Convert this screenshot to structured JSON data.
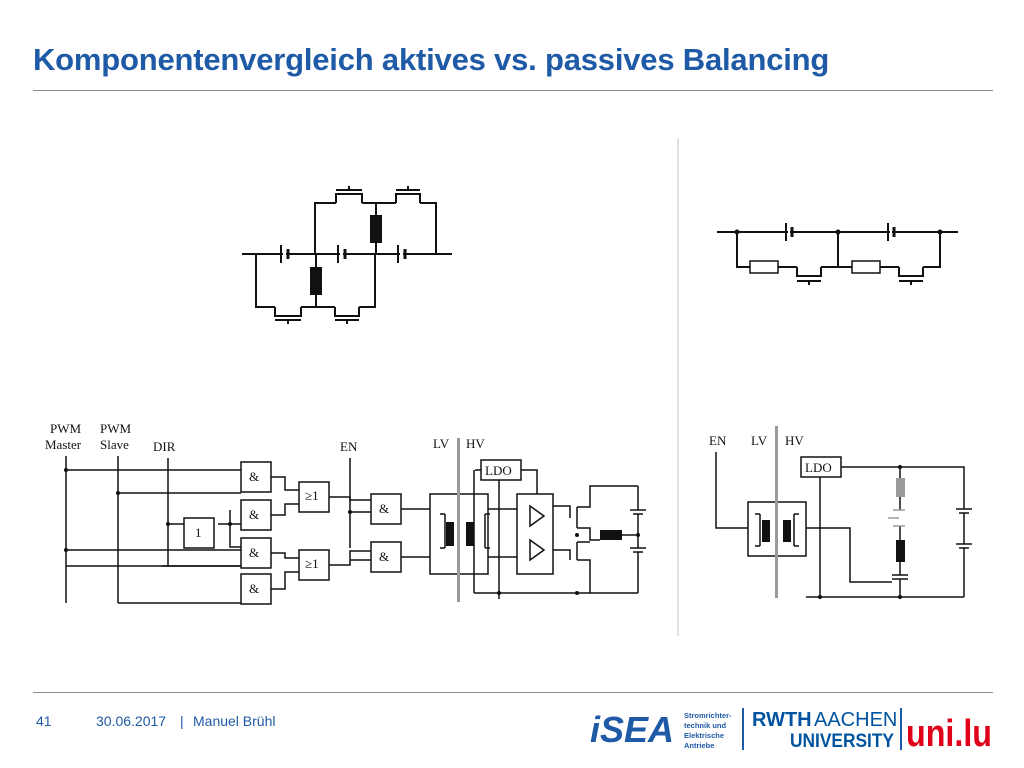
{
  "slide": {
    "title": "Komponentenvergleich aktives vs. passives Balancing",
    "page_number": "41",
    "date": "30.06.2017",
    "separator": "|",
    "author": "Manuel Brühl"
  },
  "schematic_labels": {
    "pwm_master_l1": "PWM",
    "pwm_master_l2": "Master",
    "pwm_slave_l1": "PWM",
    "pwm_slave_l2": "Slave",
    "dir": "DIR",
    "en_active": "EN",
    "lv_active": "LV",
    "hv_active": "HV",
    "ldo_active": "LDO",
    "and_gate": "&",
    "or_gate": "≥1",
    "not_gate": "1",
    "en_passive": "EN",
    "lv_passive": "LV",
    "hv_passive": "HV",
    "ldo_passive": "LDO"
  },
  "logos": {
    "isea_text": "iSEA",
    "isea_sub_1": "Stromrichter-",
    "isea_sub_2": "technik und",
    "isea_sub_3": "Elektrische",
    "isea_sub_4": "Antriebe",
    "rwth_1a": "RWTH",
    "rwth_1b": "AACHEN",
    "rwth_2": "UNIVERSITY",
    "unilu": "uni.lu"
  },
  "colors": {
    "title": "#1f5aa6",
    "rule": "#8c8c8c",
    "isolation_bar": "#9a9a9a",
    "rwth_blue": "#00549f",
    "unilu_red": "#e1001a"
  }
}
